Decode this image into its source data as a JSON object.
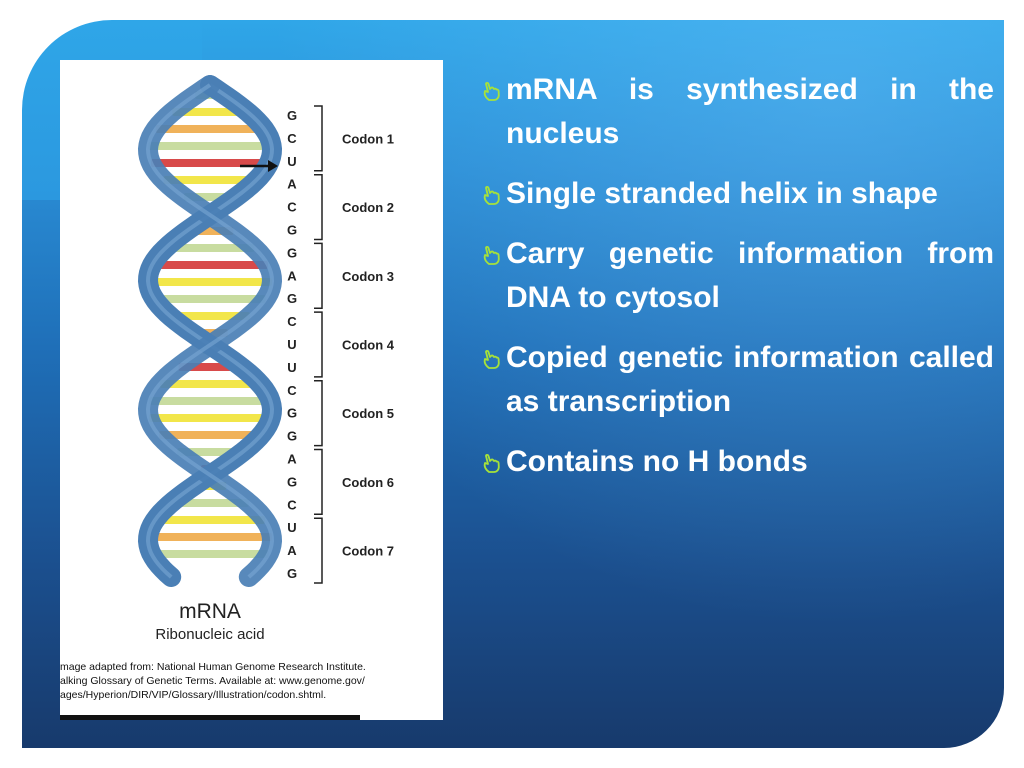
{
  "figure": {
    "letters": [
      "G",
      "C",
      "U",
      "A",
      "C",
      "G",
      "G",
      "A",
      "G",
      "C",
      "U",
      "U",
      "C",
      "G",
      "G",
      "A",
      "G",
      "C",
      "U",
      "A",
      "G"
    ],
    "codons": [
      "Codon 1",
      "Codon 2",
      "Codon 3",
      "Codon 4",
      "Codon 5",
      "Codon 6",
      "Codon 7"
    ],
    "title": "mRNA",
    "subtitle": "Ribonucleic acid",
    "credit_lines": [
      "mage adapted from: National Human Genome Research Institute.",
      "alking Glossary of Genetic Terms. Available at: www.genome.gov/",
      "ages/Hyperion/DIR/VIP/Glossary/Illustration/codon.shtml."
    ]
  },
  "bullets": [
    "mRNA is synthesized in the nucleus",
    "Single stranded helix in shape",
    "Carry genetic information from DNA to cytosol",
    "Copied genetic information called as transcription",
    "Contains no H bonds"
  ],
  "colors": {
    "bullet_icon": "#a6e23a",
    "helix_blue": "#4a7fb5",
    "base_green": "#c8dca0",
    "base_yellow": "#f2e64a",
    "base_orange": "#f0b25a",
    "base_red": "#d84a4a"
  },
  "icons": {
    "bullet": "pointing-hand-icon",
    "arrow": "right-arrow-icon"
  }
}
